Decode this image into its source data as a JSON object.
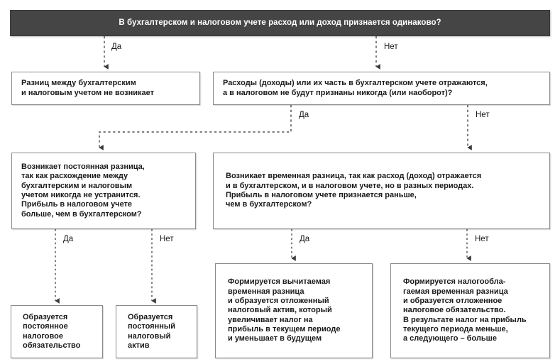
{
  "diagram": {
    "title_box": {
      "text": "В бухгалтерском и налоговом учете расход или доход признается одинаково?"
    },
    "nodes": [
      {
        "id": "no-differences",
        "text": "Разниц между бухгалтерским\nи налоговым учетом не возникает"
      },
      {
        "id": "never-recognized",
        "text": "Расходы (доходы) или их часть в бухгалтерском учете отражаются,\nа в налоговом не будут признаны никогда (или наоборот)?"
      },
      {
        "id": "permanent-difference",
        "text": "Возникает постоянная разница,\nтак как расхождение между\nбухгалтерским и налоговым\nучетом никогда не устранится.\nПрибыль в налоговом учете\nбольше, чем в бухгалтерском?"
      },
      {
        "id": "temporary-difference",
        "text": "Возникает временная разница, так как расход (доход) отражается\nи в бухгалтерском, и в налоговом учете, но в разных периодах.\nПрибыль в налоговом учете признается раньше,\nчем в бухгалтерском?"
      },
      {
        "id": "permanent-tax-liability",
        "text": "Образуется\nпостоянное\nналоговое\nобязательство"
      },
      {
        "id": "permanent-tax-asset",
        "text": "Образуется\nпостоянный\nналоговый\nактив"
      },
      {
        "id": "deductible-temporary-difference",
        "text": "Формируется вычитаемая\nвременная разница\nи образуется отложенный\nналоговый актив, который\nувеличивает налог на\nприбыль в текущем периоде\nи уменьшает в будущем"
      },
      {
        "id": "taxable-temporary-difference",
        "text": "Формируется налогообла-\nгаемая временная разница\nи образуется отложенное\nналоговое обязательство.\nВ результате налог на прибыль\nтекущего периода меньше,\nа следующего – больше"
      }
    ],
    "edge_labels": [
      {
        "id": "l1",
        "text": "Да"
      },
      {
        "id": "l2",
        "text": "Нет"
      },
      {
        "id": "l3",
        "text": "Да"
      },
      {
        "id": "l4",
        "text": "Нет"
      },
      {
        "id": "l5",
        "text": "Да"
      },
      {
        "id": "l6",
        "text": "Нет"
      },
      {
        "id": "l7",
        "text": "Да"
      },
      {
        "id": "l8",
        "text": "Нет"
      }
    ],
    "colors": {
      "header_fill": "#454545",
      "header_text": "#ffffff",
      "node_fill": "#ffffff",
      "node_border": "#8a8a8a",
      "node_text": "#1a1a1a",
      "connector": "#555555",
      "background": "#ffffff"
    }
  }
}
